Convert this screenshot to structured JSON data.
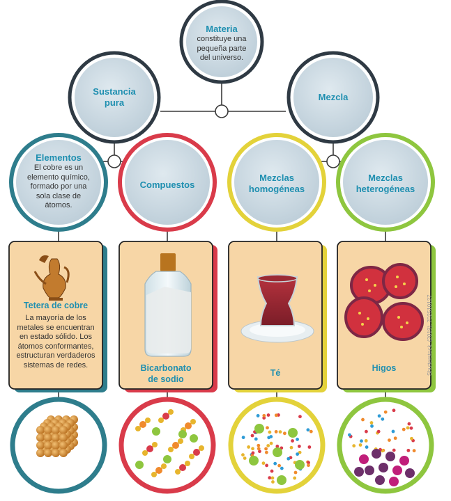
{
  "nodes": {
    "materia": {
      "title": "Materia",
      "desc": "constituye una pequeña parte del universo."
    },
    "sustancia_pura": {
      "title": "Sustancia pura"
    },
    "mezcla": {
      "title": "Mezcla"
    },
    "elementos": {
      "title": "Elementos",
      "desc": "El cobre es un elemento químico, formado por una sola clase de átomos."
    },
    "compuestos": {
      "title": "Compuestos"
    },
    "mezclas_homogeneas": {
      "title": "Mezclas homogéneas"
    },
    "mezclas_heterogeneas": {
      "title": "Mezclas heterogéneas"
    }
  },
  "cards": {
    "tetera": {
      "title": "Tetera de cobre",
      "desc": "La mayoría de los metales se encuentran en estado sólido. Los átomos conformantes, estructuran verdaderos sistemas de redes."
    },
    "bicarbonato": {
      "title": "Bicarbonato de sodio"
    },
    "te": {
      "title": "Té"
    },
    "higos": {
      "title": "Higos"
    }
  },
  "credit": "Shutterstock, (2019). 702510127",
  "colors": {
    "blue_ring": "#2e7d8c",
    "red_ring": "#d93b4a",
    "yellow_ring": "#e3d23a",
    "green_ring": "#8ec63f",
    "gray_ring": "#2f3a44",
    "node_fill": "#cfdde6",
    "card_fill": "#f7d6a6",
    "title_text": "#1f8fb0"
  },
  "icons": [
    "copper-teapot-icon",
    "baking-soda-jar-icon",
    "tea-glass-icon",
    "figs-icon",
    "copper-lattice-icon",
    "compound-molecules-icon",
    "homogeneous-particles-icon",
    "heterogeneous-particles-icon"
  ]
}
